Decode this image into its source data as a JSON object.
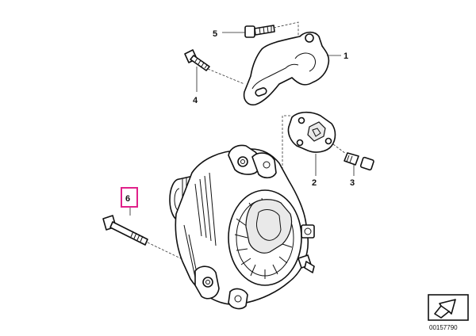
{
  "diagram": {
    "callouts": [
      {
        "id": "1",
        "label": "1"
      },
      {
        "id": "2",
        "label": "2"
      },
      {
        "id": "3",
        "label": "3"
      },
      {
        "id": "4",
        "label": "4"
      },
      {
        "id": "5",
        "label": "5"
      },
      {
        "id": "6",
        "label": "6",
        "highlighted": true
      }
    ],
    "diagram_number": "00157790",
    "colors": {
      "line": "#111111",
      "highlight": "#e0218a"
    },
    "icons": [
      "view-direction-arrow-icon"
    ]
  }
}
